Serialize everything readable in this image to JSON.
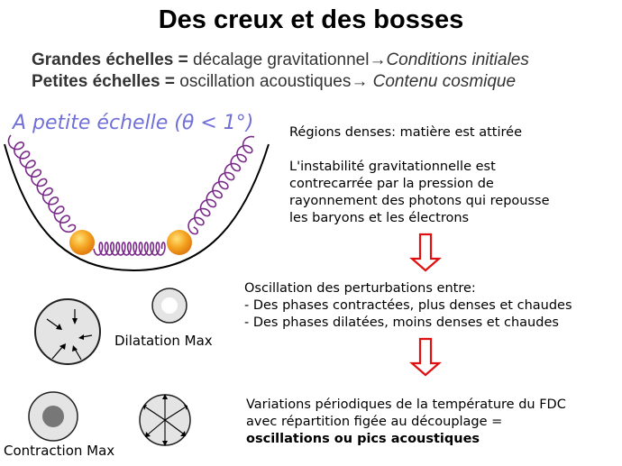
{
  "title": "Des creux et des bosses",
  "subtitle": {
    "line1": {
      "label": "Grandes échelles =",
      "text": " décalage gravitationnel",
      "arrow": "→",
      "italic": "Conditions initiales"
    },
    "line2": {
      "label": "Petites échelles =",
      "text": " oscillation acoustiques",
      "arrow": "→ ",
      "italic": "Contenu cosmique"
    }
  },
  "diagram": {
    "heading": "A petite échelle (θ < 1°)",
    "circle_labels": {
      "dilatation": "Dilatation Max",
      "contraction": "Contraction Max"
    }
  },
  "text_blocks": {
    "block1": "Régions denses: matière est attirée",
    "block2": [
      "L'instabilité gravitationnelle est",
      "contrecarrée par la pression de",
      "rayonnement des photons qui repousse",
      "les baryons et les électrons"
    ],
    "block3": [
      "Oscillation des perturbations entre:",
      "- Des phases contractées, plus denses et chaudes",
      "- Des phases dilatées, moins denses et chaudes"
    ],
    "block4": [
      "Variations périodiques de la température du FDC",
      "avec répartition figée au découplage ="
    ],
    "block4_bold": "oscillations ou pics acoustiques"
  },
  "colors": {
    "spring": "#7a2b8a",
    "ball": "#f0a020",
    "arrow": "#e01010",
    "circle_fill": "#e4e4e4",
    "heading": "#7070d8"
  }
}
